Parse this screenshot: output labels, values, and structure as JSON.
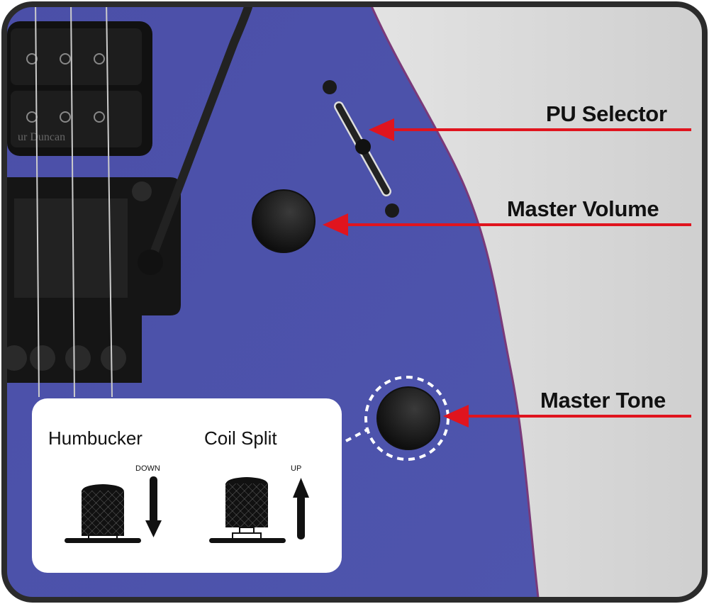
{
  "labels": {
    "pu_selector": "PU Selector",
    "master_volume": "Master Volume",
    "master_tone": "Master Tone"
  },
  "inset": {
    "humbucker": {
      "title": "Humbucker",
      "direction": "DOWN"
    },
    "coil_split": {
      "title": "Coil Split",
      "direction": "UP"
    }
  },
  "pickup_logo": "ur Duncan",
  "colors": {
    "body": "#4a4ea6",
    "arrow": "#e0141e",
    "frame": "#2b2b2b",
    "background": "#d4d4d4"
  }
}
